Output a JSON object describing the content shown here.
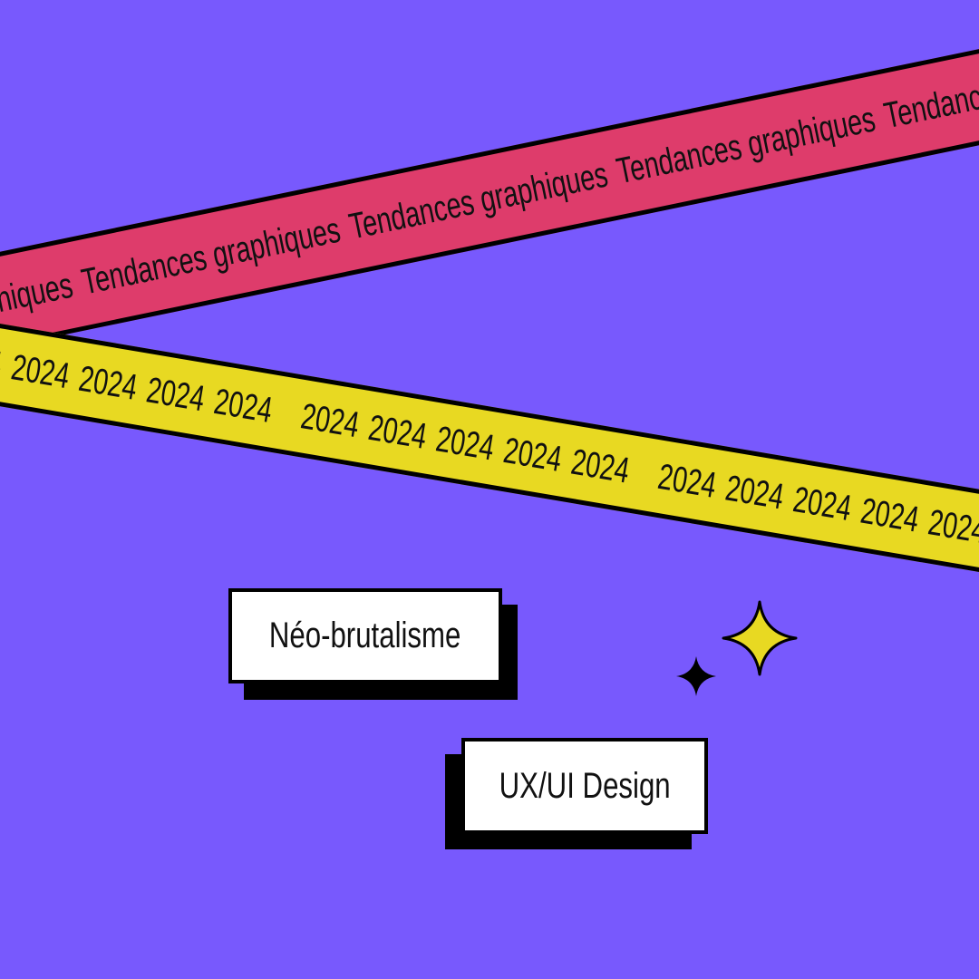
{
  "bands": {
    "top": {
      "phrase": "Tendances graphiques",
      "color": "#de3c6b"
    },
    "bottom": {
      "year": "2024",
      "color": "#e8d922"
    }
  },
  "tags": {
    "neo_brutalism": "Néo-brutalisme",
    "ux_ui": "UX/UI Design"
  },
  "colors": {
    "background": "#7859fd",
    "star_yellow": "#e8d922",
    "star_black": "#000000"
  }
}
